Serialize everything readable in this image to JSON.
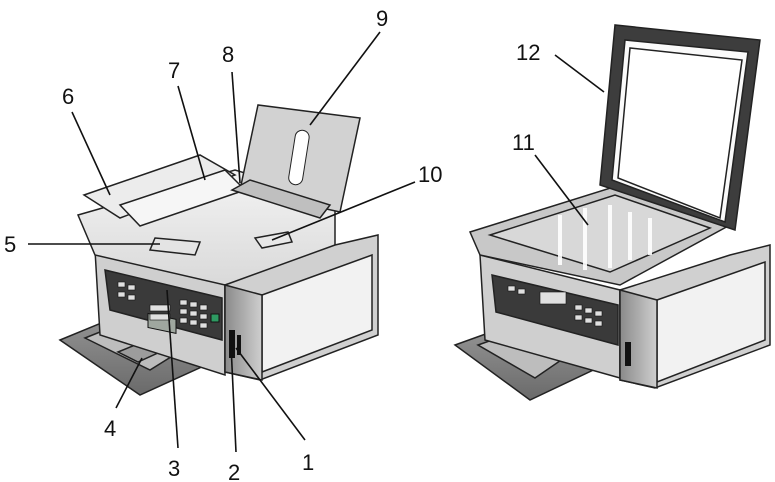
{
  "callouts": [
    {
      "id": "1",
      "label": "1"
    },
    {
      "id": "2",
      "label": "2"
    },
    {
      "id": "3",
      "label": "3"
    },
    {
      "id": "4",
      "label": "4"
    },
    {
      "id": "5",
      "label": "5"
    },
    {
      "id": "6",
      "label": "6"
    },
    {
      "id": "7",
      "label": "7"
    },
    {
      "id": "8",
      "label": "8"
    },
    {
      "id": "9",
      "label": "9"
    },
    {
      "id": "10",
      "label": "10"
    },
    {
      "id": "11",
      "label": "11"
    },
    {
      "id": "12",
      "label": "12"
    }
  ],
  "colors": {
    "body_gray": "#b9b9b9",
    "body_light": "#e6e6e6",
    "body_dark": "#6f6f6f",
    "panel_black": "#2a2a2a",
    "glass": "#d8d8d8",
    "button_green": "#2e9a62"
  }
}
